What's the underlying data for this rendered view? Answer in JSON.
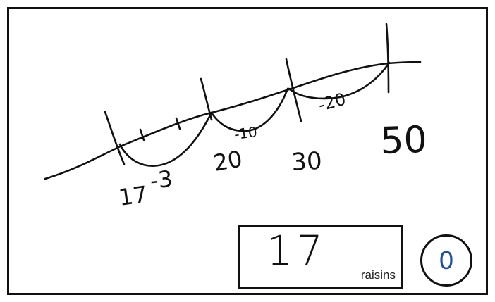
{
  "handwriting": {
    "tick_labels": [
      "17",
      "20",
      "30",
      "50"
    ],
    "jump_labels": [
      "-3",
      "-10",
      "-20"
    ]
  },
  "answer": {
    "value": "17",
    "unit": "raisins"
  },
  "score": {
    "value": "0"
  }
}
